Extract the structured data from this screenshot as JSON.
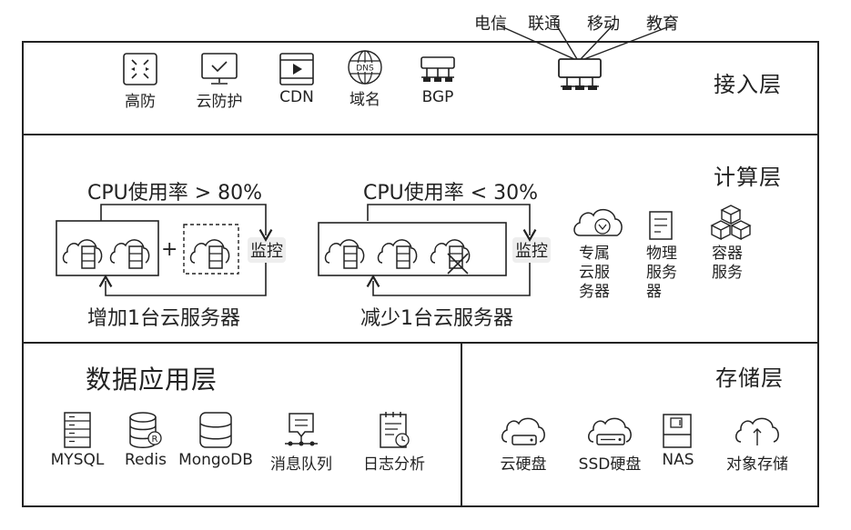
{
  "carriers": [
    "电信",
    "联通",
    "移动",
    "教育"
  ],
  "access_layer": {
    "title": "接入层",
    "items": [
      "高防",
      "云防护",
      "CDN",
      "域名",
      "BGP"
    ],
    "dns_text": "DNS"
  },
  "compute_layer": {
    "title": "计算层",
    "scale_up": {
      "condition": "CPU使用率 > 80%",
      "action": "增加1台云服务器",
      "monitor": "监控",
      "plus": "+"
    },
    "scale_down": {
      "condition": "CPU使用率 < 30%",
      "action": "减少1台云服务器",
      "monitor": "监控"
    },
    "services": [
      {
        "lines": [
          "专属",
          "云服",
          "务器"
        ]
      },
      {
        "lines": [
          "物理",
          "服务",
          "器"
        ]
      },
      {
        "lines": [
          "容器",
          "服务"
        ]
      }
    ]
  },
  "data_layer": {
    "title": "数据应用层",
    "items": [
      "MYSQL",
      "Redis",
      "MongoDB",
      "消息队列",
      "日志分析"
    ],
    "redis_badge": "R"
  },
  "storage_layer": {
    "title": "存储层",
    "items": [
      "云硬盘",
      "SSD硬盘",
      "NAS",
      "对象存储"
    ]
  }
}
